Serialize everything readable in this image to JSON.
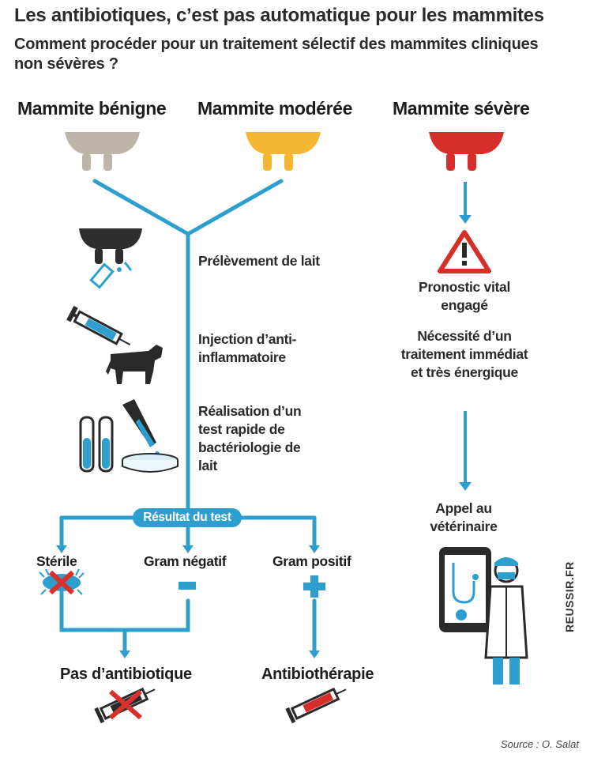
{
  "header": {
    "title": "Les antibiotiques, c’est pas automatique pour les mammites",
    "subtitle": "Comment procéder pour un traitement sélectif des mammites cliniques non sévères ?"
  },
  "columns": {
    "benign": "Mammite bénigne",
    "moderate": "Mammite modérée",
    "severe": "Mammite sévère"
  },
  "steps": {
    "sampling": "Prélèvement de lait",
    "injection": "Injection d’anti-inflammatoire",
    "test": "Réalisation d’un test rapide de bactériologie de lait"
  },
  "result_label": "Résultat du test",
  "outcomes": {
    "sterile": "Stérile",
    "gram_negative": "Gram négatif",
    "gram_positive": "Gram positif",
    "minus_sign": "−",
    "plus_sign": "+"
  },
  "finals": {
    "no_antibiotic": "Pas d’antibiotique",
    "antibiotherapy": "Antibiothérapie"
  },
  "severe_path": {
    "prognosis": "Pronostic vital engagé",
    "necessity": "Nécessité d’un traitement immédiat et très énergique",
    "call_vet": "Appel au vétérinaire"
  },
  "footer": {
    "source": "Source : O. Salat",
    "brand": "REUSSIR.FR"
  },
  "colors": {
    "flow_blue": "#2d9fcf",
    "benign_udder": "#bdb5a8",
    "moderate_udder": "#f5b731",
    "severe_udder": "#d62f2a",
    "dark": "#2a2a2a",
    "red_cross": "#d9302c"
  }
}
